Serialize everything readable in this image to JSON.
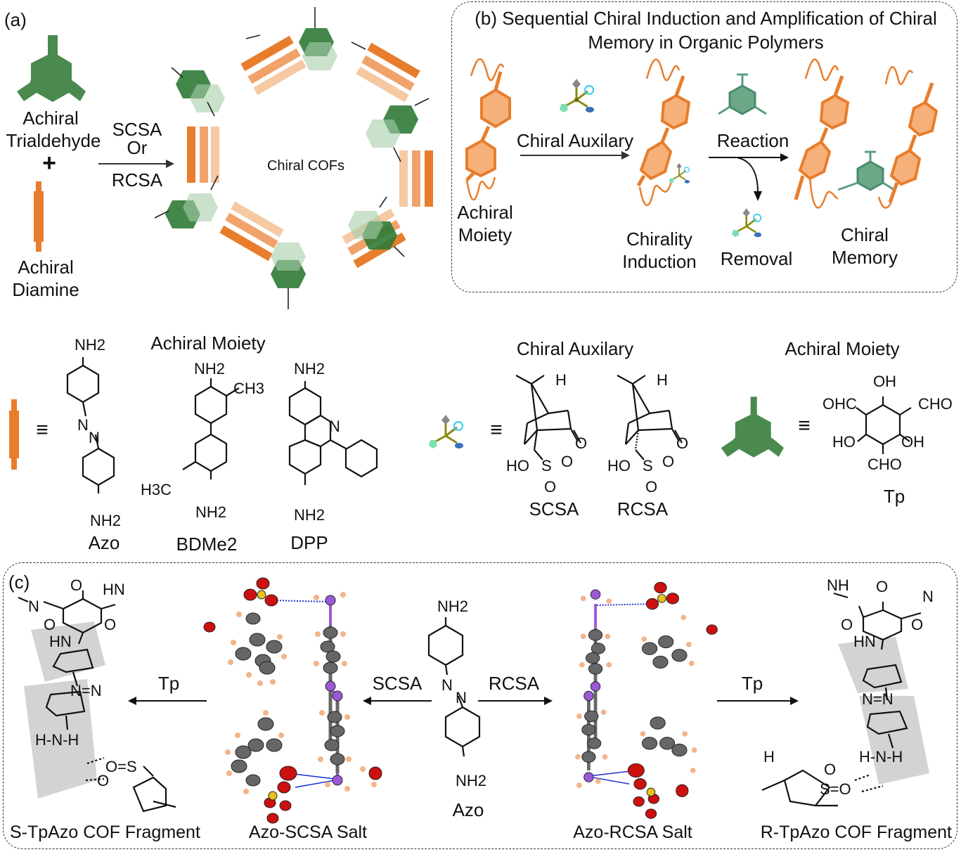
{
  "figure": {
    "panel_a": {
      "label": "(a)",
      "reactant1": [
        "Achiral",
        "Trialdehyde"
      ],
      "plus": "+",
      "reactant2": [
        "Achiral",
        "Diamine"
      ],
      "arrow_top": [
        "SCSA",
        "Or"
      ],
      "arrow_bottom": "RCSA",
      "product": "Chiral COFs"
    },
    "panel_b": {
      "title_line1": "(b) Sequential Chiral Induction and Amplification of Chiral",
      "title_line2": "Memory in Organic Polymers",
      "step1_label": [
        "Achiral",
        "Moiety"
      ],
      "arrow1_label": "Chiral Auxilary",
      "step2_label": [
        "Chirality",
        "Induction"
      ],
      "arrow2_label": "Reaction",
      "removal_label": "Removal",
      "step3_label": [
        "Chiral",
        "Memory"
      ]
    },
    "legend": {
      "diamine_header": "Achiral Moiety",
      "equiv": "≡",
      "diamines": [
        {
          "name": "Azo",
          "groups": [
            "NH2",
            "N",
            "N",
            "NH2"
          ]
        },
        {
          "name": "BDMe2",
          "groups": [
            "NH2",
            "CH3",
            "H3C",
            "NH2"
          ]
        },
        {
          "name": "DPP",
          "groups": [
            "NH2",
            "N",
            "NH2"
          ]
        }
      ],
      "auxiliary_header": "Chiral Auxilary",
      "auxiliaries": [
        {
          "name": "SCSA",
          "groups": [
            "H",
            "O",
            "HO",
            "S",
            "O",
            "O"
          ]
        },
        {
          "name": "RCSA",
          "groups": [
            "H",
            "O",
            "HO",
            "S",
            "O",
            "O"
          ]
        }
      ],
      "aldehyde_header": "Achiral Moiety",
      "aldehyde": {
        "name": "Tp",
        "groups": [
          "OH",
          "OHC",
          "CHO",
          "HO",
          "OH",
          "CHO"
        ]
      }
    },
    "panel_c": {
      "label": "(c)",
      "center_compound": "Azo",
      "left_arrow_label": "SCSA",
      "right_arrow_label": "RCSA",
      "far_left_arrow_label": "Tp",
      "far_right_arrow_label": "Tp",
      "salt_left": "Azo-SCSA Salt",
      "salt_right": "Azo-RCSA Salt",
      "fragment_left": "S-TpAzo COF Fragment",
      "fragment_right": "R-TpAzo COF Fragment"
    },
    "colors": {
      "orange": "#e87d2c",
      "orange_light": "#f6c9a3",
      "green": "#4a8a4f",
      "green_light": "#a7cdaa",
      "teal_green": "#5a9e80",
      "oxygen_red": "#cc1010",
      "sulfur_yellow": "#e8c21a",
      "nitrogen_purple": "#9b59d6",
      "hydrogen_peach": "#f2b48a",
      "carbon_grey": "#666666",
      "hbond_blue": "#1a2fd0",
      "shade_grey": "#d3d3d3"
    }
  }
}
